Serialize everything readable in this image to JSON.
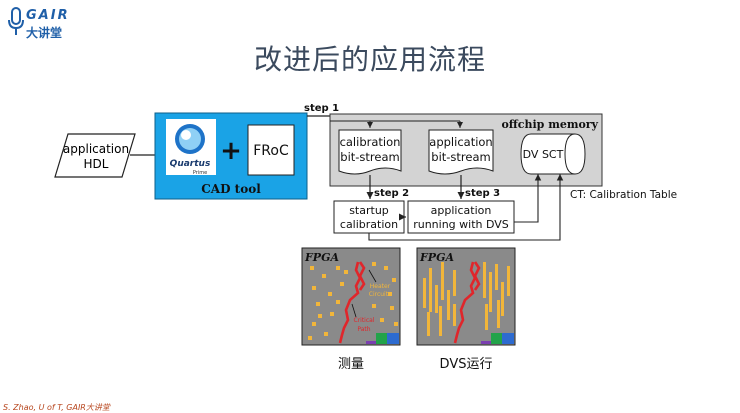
{
  "logo": {
    "brand": "GAIR",
    "subtitle": "大讲堂"
  },
  "title": "改进后的应用流程",
  "diagram": {
    "application_hdl": [
      "application",
      "HDL"
    ],
    "quartus": {
      "name": "Quartus",
      "edition": "Prime"
    },
    "plus": "+",
    "froc": "FRoC",
    "cad_tool": "CAD tool",
    "step1": "step 1",
    "offchip_memory": "offchip memory",
    "calibration_bitstream": [
      "calibration",
      "bit-stream"
    ],
    "application_bitstream": [
      "application",
      "bit-stream"
    ],
    "dv_sct": "DV SCT",
    "ct_note": "CT: Calibration Table",
    "step2": "step 2",
    "step3": "step 3",
    "startup_calibration": [
      "startup",
      "calibration"
    ],
    "application_running": [
      "application",
      "running with DVS"
    ]
  },
  "fpga_panels": [
    {
      "label": "FPGA",
      "annotations": [
        "Heater",
        "Circuits",
        "Critical",
        "Path"
      ],
      "caption": "测量"
    },
    {
      "label": "FPGA",
      "caption": "DVS运行"
    }
  ],
  "colors": {
    "cad_blue": "#1aa3e6",
    "offchip_gray": "#d3d3d3",
    "fpga_gray": "#8a8a8a",
    "heater_orange": "#f2b63a",
    "critical_red": "#e0262b",
    "title_color": "#3b4a5e"
  },
  "footer": "S. Zhao, U of T, GAIR大讲堂"
}
